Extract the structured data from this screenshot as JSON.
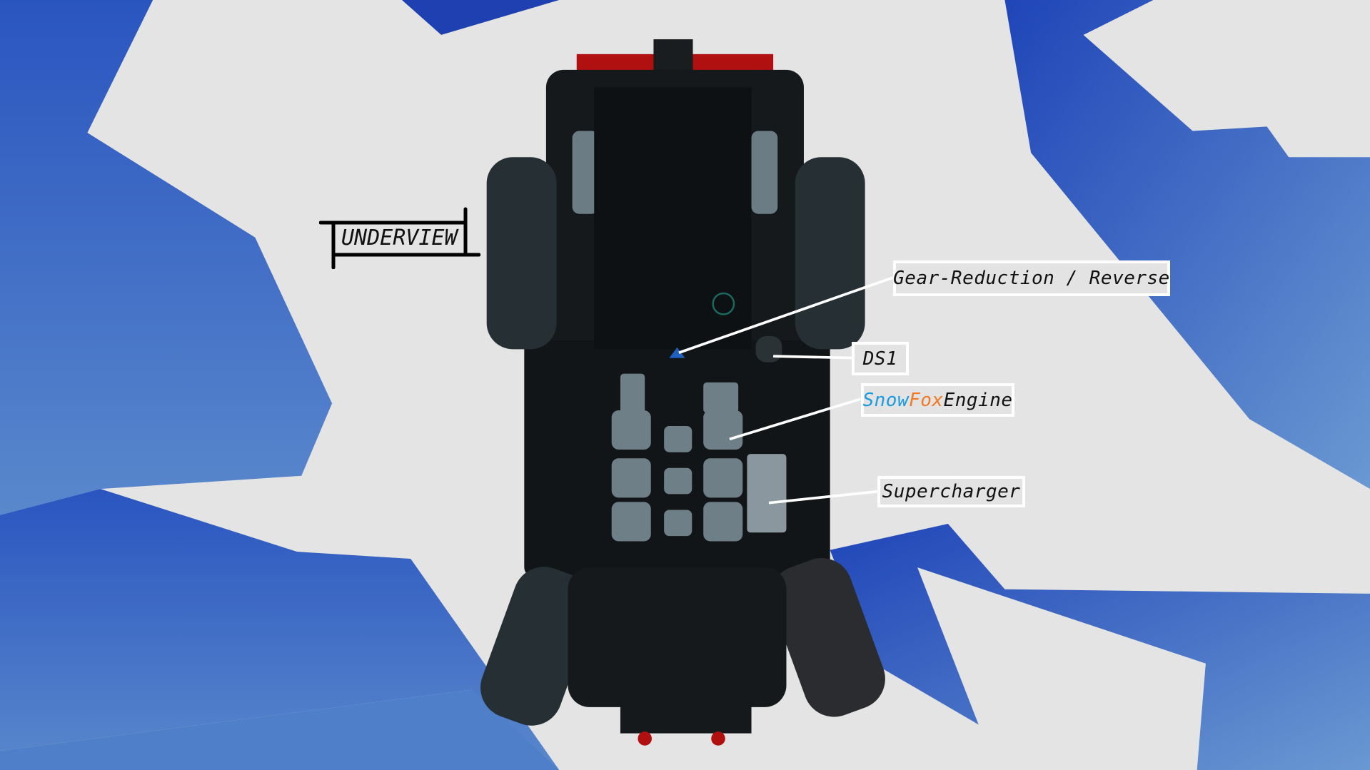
{
  "title": "UNDERVIEW",
  "callouts": {
    "gear_reduction": "Gear-Reduction / Reverse",
    "ds1": "DS1",
    "engine": {
      "part1": "Snow",
      "part2": "Fox",
      "part3": "Engine"
    },
    "supercharger": "Supercharger"
  },
  "colors": {
    "snow": "#1a9be0",
    "fox": "#f07a25",
    "background_blue": "#2a55c0"
  }
}
